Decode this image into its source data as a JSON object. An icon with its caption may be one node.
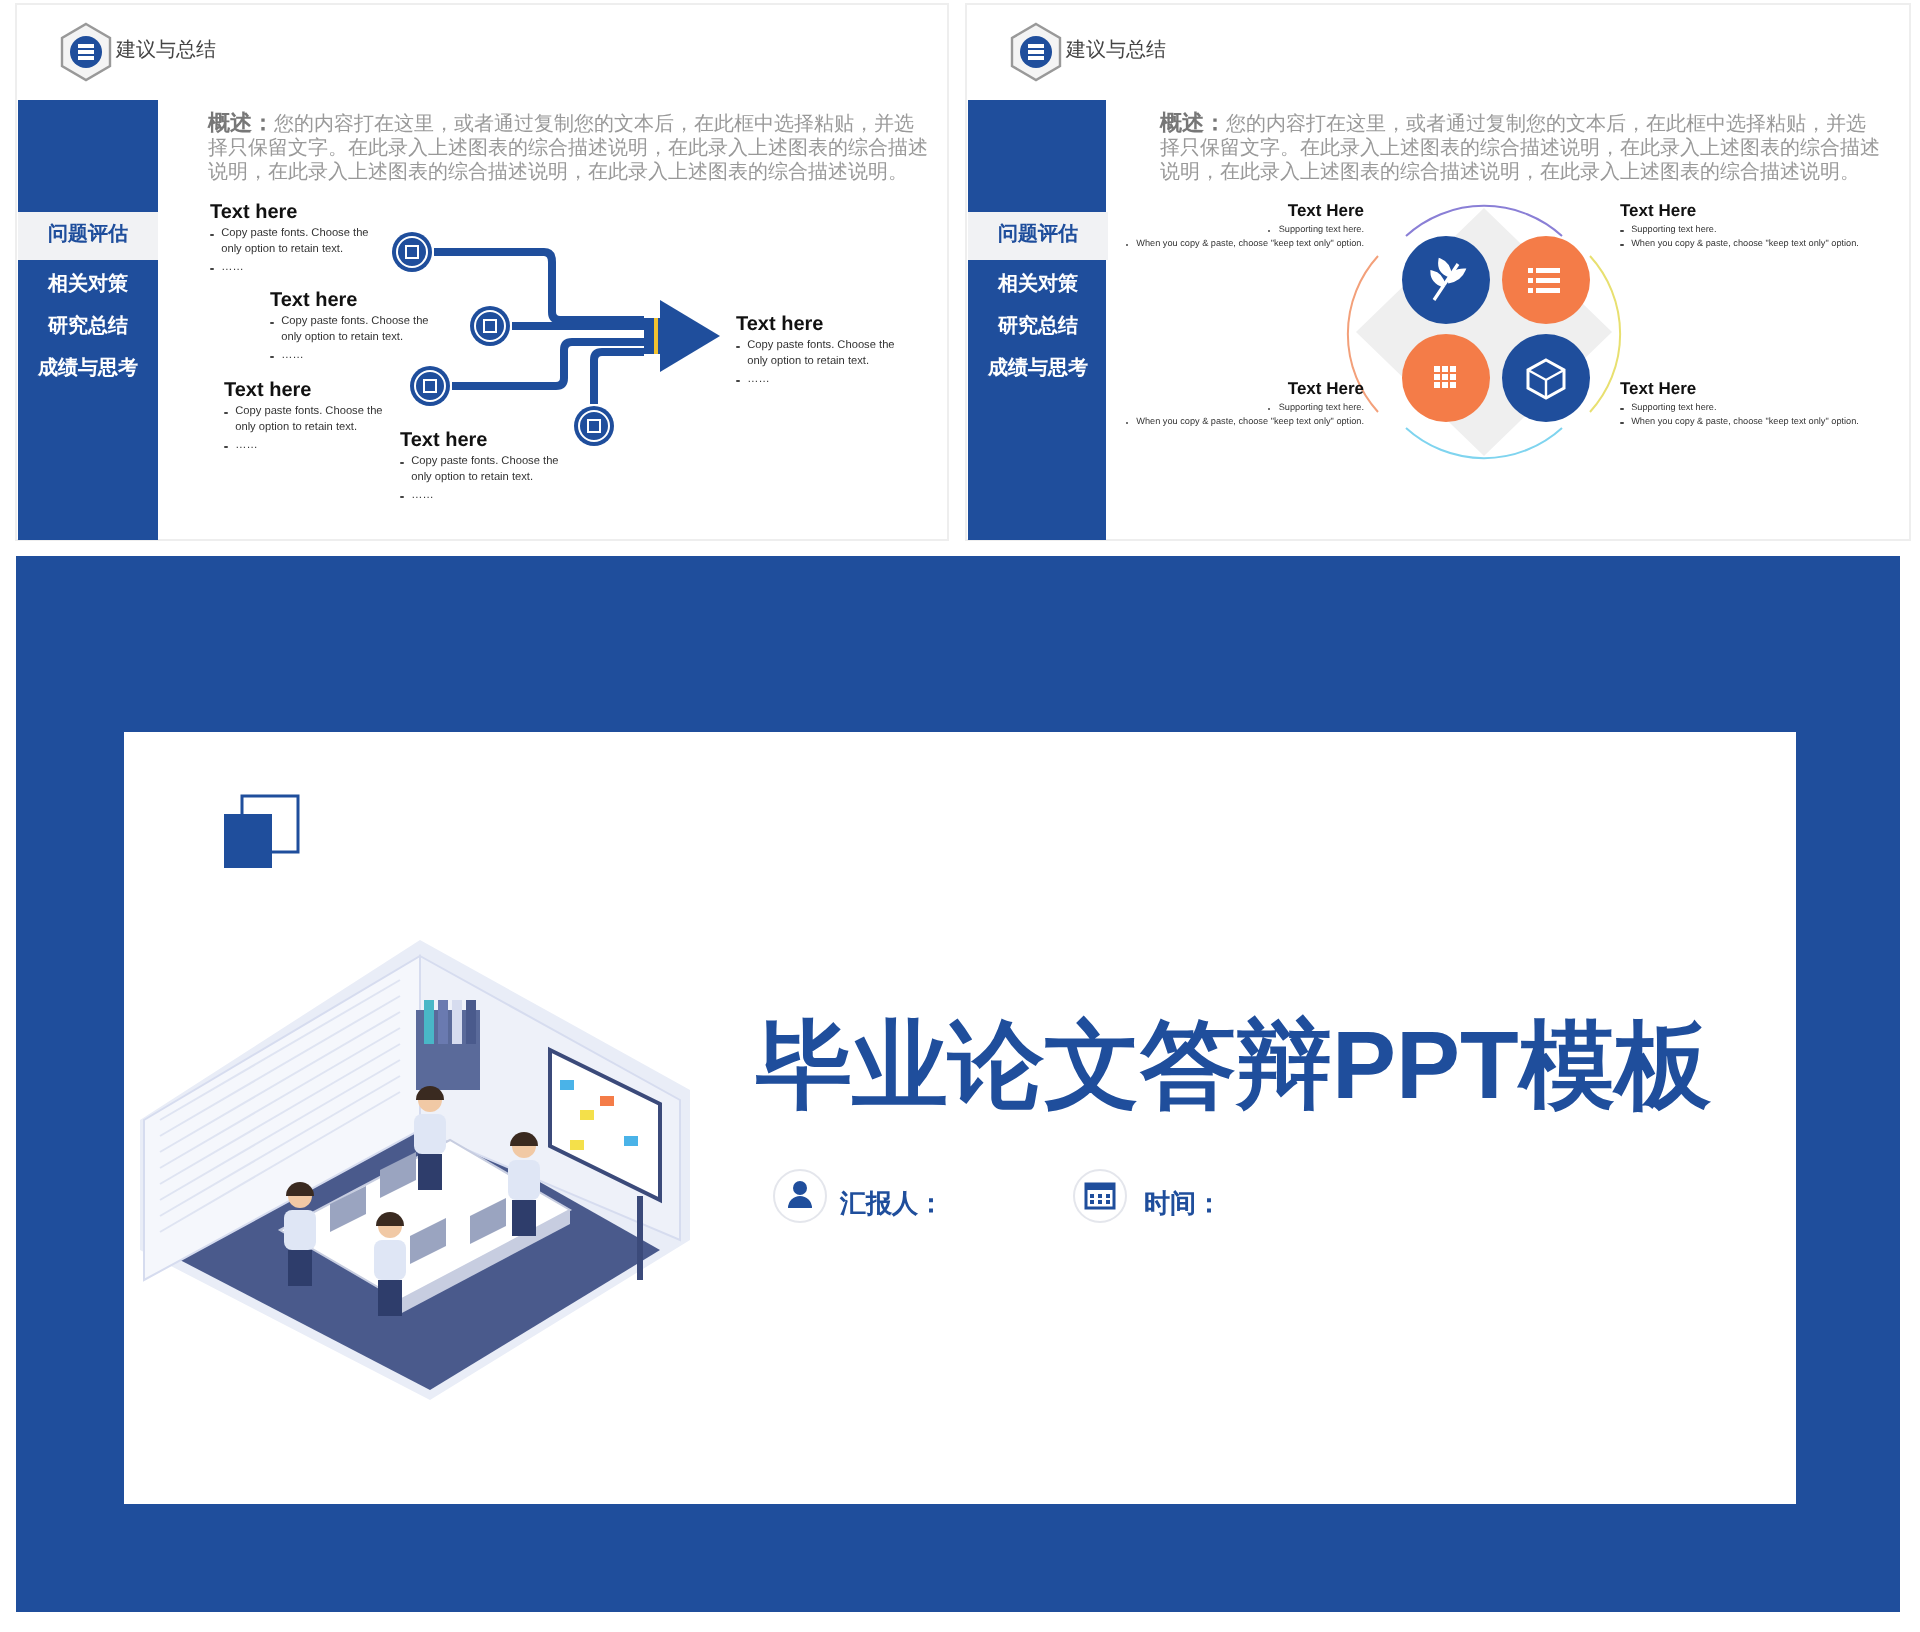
{
  "diagram": {
    "title": "毕业论文答辩PPT模板",
    "nodes": [
      {
        "text": [],
        "shape": "circle"
      },
      {
        "text": [],
        "shape": "circle"
      },
      {
        "text": [],
        "shape": "circle"
      },
      {
        "text": [],
        "shape": "circle"
      },
      {
        "text": [],
        "shape": "arrow"
      }
    ],
    "edges": [
      {
        "from": 0,
        "to": 4,
        "arrow": "none"
      },
      {
        "from": 1,
        "to": 4,
        "arrow": "none"
      },
      {
        "from": 2,
        "to": 4,
        "arrow": "none"
      },
      {
        "from": 3,
        "to": 4,
        "arrow": "none"
      }
    ],
    "labels": [
      "建议与总结",
      "问题评估",
      "相关对策",
      "研究总结",
      "成绩与思考",
      "**概述：**您的内容打在这里，或者通过复制您的文本后，在此框中选择粘贴，并选择只保留文字。在此录入上述图表的综合描述说明，在此录入上述图表的综合描述说明，在此录入上述图表的综合描述说明，在此录入上述图表的综合描述说明。",
      "Text here",
      "Copy paste fonts. Choose the only option to retain text.",
      "……",
      "Text here",
      "Copy paste fonts. Choose the only option to retain text.",
      "……",
      "Text here",
      "Copy paste fonts. Choose the only option to retain text.",
      "……",
      "Text here",
      "Copy paste fonts. Choose the only option to retain text.",
      "……",
      "Text here",
      "Copy paste fonts. Choose the only option to retain text.",
      "……",
      "建议与总结",
      "问题评估",
      "相关对策",
      "研究总结",
      "成绩与思考",
      "**概述：**您的内容打在这里，或者通过复制您的文本后，在此框中选择粘贴，并选择只保留文字。在此录入上述图表的综合描述说明，在此录入上述图表的综合描述说明，在此录入上述图表的综合描述说明，在此录入上述图表的综合描述说明。",
      "Text Here",
      "Supporting text here.",
      "When you copy & paste, choose \"keep text only\" option.",
      "Text Here",
      "Supporting text here.",
      "When you copy & paste, choose \"keep text only\" option.",
      "Text Here",
      "Supporting text here.",
      "When you copy & paste, choose \"keep text only\" option.",
      "Text Here",
      "Supporting text here.",
      "When you copy & paste, choose \"keep text only\" option.",
      "汇报人：",
      "时间："
    ]
  }
}
